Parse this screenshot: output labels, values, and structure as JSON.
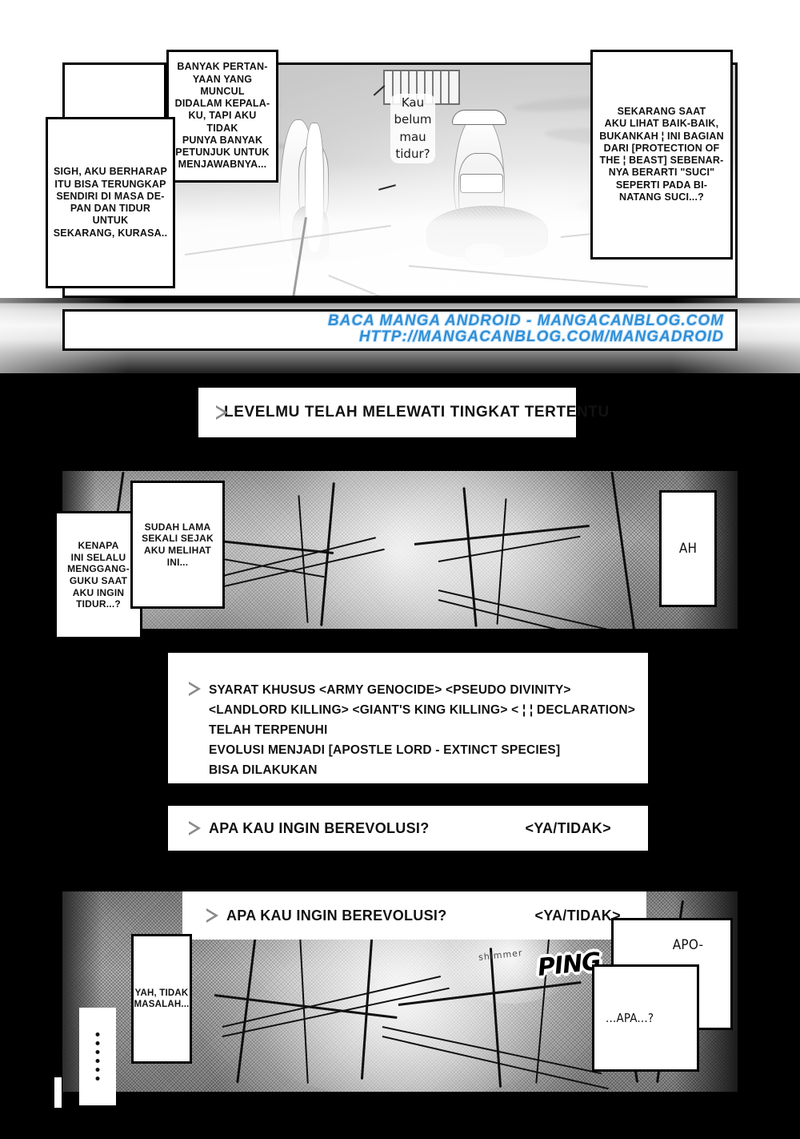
{
  "page": {
    "type": "manga-page",
    "background_color": "#000000",
    "paper_color": "#ffffff"
  },
  "watermark": {
    "line1": "BACA MANGA ANDROID - MANGACANBLOG.COM",
    "line2": "HTTP://MANGACANBLOG.COM/MANGADROID",
    "color": "#2f8ed6"
  },
  "panel_top": {
    "name": "bedroom-scene",
    "caption_boxes": [
      {
        "id": "cap-empty",
        "text": ""
      },
      {
        "id": "cap-banyak",
        "text": "BANYAK PERTAN-\nYAAN YANG MUNCUL\nDIDALAM KEPALA-\nKU, TAPI AKU TIDAK\nPUNYA BANYAK\nPETUNJUK UNTUK\nMENJAWABNYA..."
      },
      {
        "id": "cap-sigh",
        "text": "SIGH, AKU BERHARAP\nITU BISA TERUNGKAP\nSENDIRI DI MASA DE-\nPAN DAN TIDUR UNTUK\nSEKARANG, KURASA.."
      },
      {
        "id": "cap-sekarang",
        "text": "SEKARANG SAAT\nAKU LIHAT BAIK-BAIK,\nBUKANKAH ¦ INI BAGIAN\nDARI [PROTECTION OF\nTHE ¦ BEAST] SEBENAR-\nNYA BERARTI \"SUCI\"\nSEPERTI PADA BI-\nNATANG SUCI...?"
      }
    ],
    "handwritten_bubble": "Kau\nbelum\nmau\ntidur?"
  },
  "system_messages": {
    "marker": "▷",
    "level_up": "LEVELMU TELAH MELEWATI TINGKAT TERTENTU",
    "conditions": "SYARAT KHUSUS <ARMY GENOCIDE> <PSEUDO DIVINITY>\n<LANDLORD KILLING> <GIANT'S KING KILLING> < ¦ ¦ DECLARATION>\nTELAH TERPENUHI\nEVOLUSI MENJADI [APOSTLE LORD - EXTINCT SPECIES]\nBISA DILAKUKAN",
    "evolve_prompt": "APA KAU INGIN BEREVOLUSI?",
    "evolve_options": "<YA/TIDAK>",
    "evolve_prompt_2": "APA KAU INGIN BEREVOLUSI?",
    "evolve_options_2": "<YA/TIDAK>"
  },
  "panel_mid": {
    "name": "abstract-vision-scene",
    "caption_boxes": [
      {
        "id": "cap-kenapa",
        "text": "KENAPA\nINI SELALU\nMENGGANG-\nGUKU SAAT\nAKU INGIN\nTIDUR...?"
      },
      {
        "id": "cap-sudah",
        "text": "SUDAH LAMA\nSEKALI SEJAK\nAKU MELIHAT\nINI..."
      },
      {
        "id": "cap-ah",
        "text": "AH"
      }
    ]
  },
  "panel_bottom": {
    "name": "evolution-flash-scene",
    "caption_boxes": [
      {
        "id": "cap-yah",
        "text": "YAH, TIDAK\nMASALAH..."
      },
      {
        "id": "cap-dots",
        "text": ""
      },
      {
        "id": "cap-apo",
        "text": "APO-\n..."
      },
      {
        "id": "cap-apa",
        "text": "...APA...?"
      }
    ],
    "sound_effects": [
      {
        "id": "sfx-ping",
        "text": "PING"
      },
      {
        "id": "sfx-shimmer",
        "text": "shimmer"
      }
    ]
  }
}
